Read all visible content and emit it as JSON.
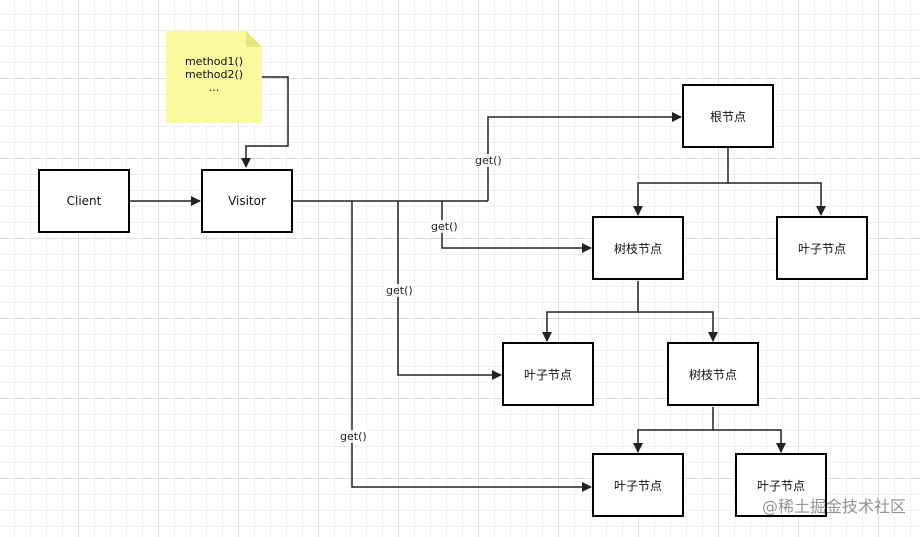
{
  "note": {
    "lines": [
      "method1()",
      "method2()",
      "..."
    ],
    "color": "#fbf9a0"
  },
  "nodes": {
    "client": "Client",
    "visitor": "Visitor",
    "root": "根节点",
    "branch1": "树枝节点",
    "leaf1": "叶子节点",
    "leaf2": "叶子节点",
    "branch2": "树枝节点",
    "leaf3": "叶子节点",
    "leaf4": "叶子节点"
  },
  "connectors": {
    "get1": "get()",
    "get2": "get()",
    "get3": "get()",
    "get4": "get()"
  },
  "watermark": "@稀土掘金技术社区"
}
